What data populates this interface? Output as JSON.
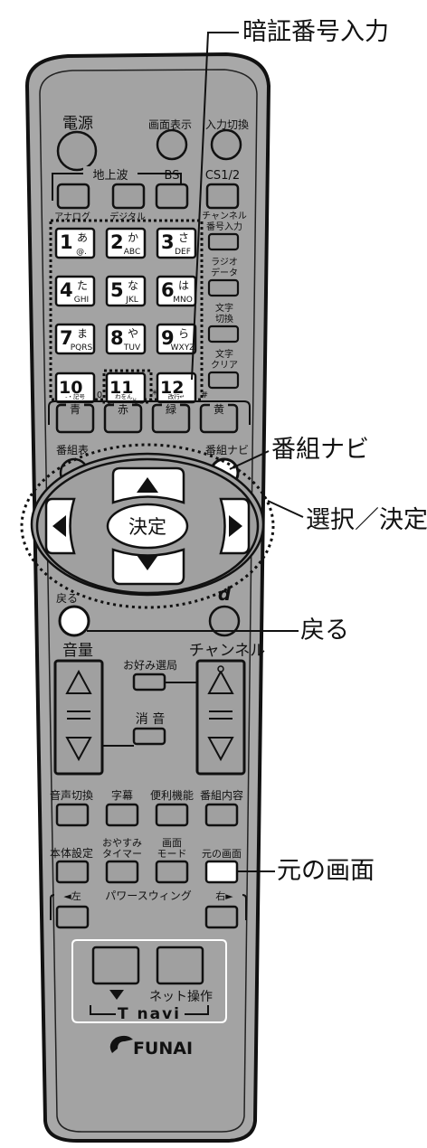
{
  "callouts": {
    "pin_entry": "暗証番号入力",
    "program_navi": "番組ナビ",
    "select_enter": "選択／決定",
    "back": "戻る",
    "original_screen": "元の画面"
  },
  "remote": {
    "power": "電源",
    "screen_display": "画面表示",
    "input_switch": "入力切換",
    "terrestrial": "地上波",
    "bs": "BS",
    "cs": "CS1/2",
    "analog": "アナログ",
    "digital": "デジタル",
    "channel_number_line1": "チャンネル",
    "channel_number_line2": "番号入力",
    "radio_data_line1": "ラジオ",
    "radio_data_line2": "データ",
    "text_switch_line1": "文字",
    "text_switch_line2": "切換",
    "text_clear_line1": "文字",
    "text_clear_line2": "クリア",
    "keys": [
      {
        "num": "1",
        "kana": "あ",
        "sub": "@."
      },
      {
        "num": "2",
        "kana": "か",
        "sub": "ABC"
      },
      {
        "num": "3",
        "kana": "さ",
        "sub": "DEF"
      },
      {
        "num": "4",
        "kana": "た",
        "sub": "GHI"
      },
      {
        "num": "5",
        "kana": "な",
        "sub": "JKL"
      },
      {
        "num": "6",
        "kana": "は",
        "sub": "MNO"
      },
      {
        "num": "7",
        "kana": "ま",
        "sub": "PQRS"
      },
      {
        "num": "8",
        "kana": "や",
        "sub": "TUV"
      },
      {
        "num": "9",
        "kana": "ら",
        "sub": "WXYZ"
      },
      {
        "num": "10",
        "kana": "",
        "sub": "-・記号"
      },
      {
        "num": "11",
        "kana": "",
        "sub": "わをん␣"
      },
      {
        "num": "12",
        "kana": "",
        "sub": "改行↵"
      }
    ],
    "zero": "0",
    "star": "*",
    "hash": "#",
    "blue": "青",
    "red": "赤",
    "green": "緑",
    "yellow": "黄",
    "program_guide": "番組表",
    "program_navi": "番組ナビ",
    "enter": "決定",
    "back": "戻る",
    "d": "d",
    "volume": "音量",
    "channel": "チャンネル",
    "favorite": "お好み選局",
    "mute": "消 音",
    "audio_switch": "音声切換",
    "subtitles": "字幕",
    "convenient": "便利機能",
    "program_content": "番組内容",
    "settings": "本体設定",
    "sleep_line1": "おやすみ",
    "sleep_line2": "タイマー",
    "screen_mode_line1": "画面",
    "screen_mode_line2": "モード",
    "original_screen": "元の画面",
    "left": "◄左",
    "power_swing": "パワースウィング",
    "right": "右►",
    "net_operation": "ネット操作",
    "tnavi": "T navi",
    "brand": "FUNAI"
  },
  "colors": {
    "body": "#aaaaaa",
    "button": "#a0a0a0",
    "white_button": "#ffffff"
  }
}
